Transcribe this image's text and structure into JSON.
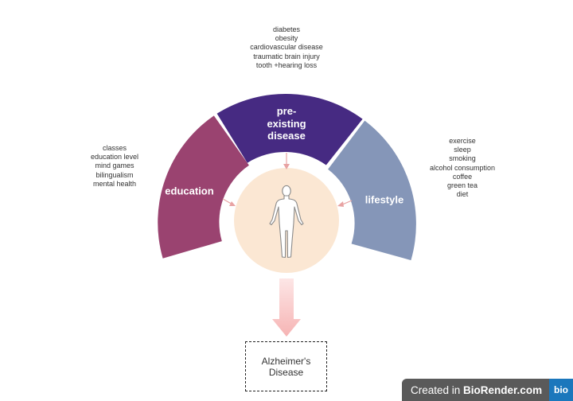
{
  "colors": {
    "education": "#9a4370",
    "preexisting": "#462a82",
    "lifestyle": "#8596b8",
    "body_circle": "#fbe7d3",
    "arrow": "#e8a3a3",
    "big_arrow": "#f7c5c5",
    "brand_blue": "#1b77bc"
  },
  "segments": {
    "education": {
      "label": "education",
      "factors": [
        "classes",
        "education level",
        "mind games",
        "bilingualism",
        "mental health"
      ]
    },
    "preexisting": {
      "label_lines": [
        "pre-",
        "existing",
        "disease"
      ],
      "factors": [
        "diabetes",
        "obesity",
        "cardiovascular disease",
        "traumatic brain injury",
        "tooth +hearing loss"
      ]
    },
    "lifestyle": {
      "label": "lifestyle",
      "factors": [
        "exercise",
        "sleep",
        "smoking",
        "alcohol consumption",
        "coffee",
        "green tea",
        "diet"
      ]
    }
  },
  "center": {
    "icon": "human-body-icon"
  },
  "outcome": {
    "lines": [
      "Alzheimer's",
      "Disease"
    ]
  },
  "brand": {
    "prefix": "Created in ",
    "name": "BioRender.com",
    "logo_text": "bio"
  }
}
